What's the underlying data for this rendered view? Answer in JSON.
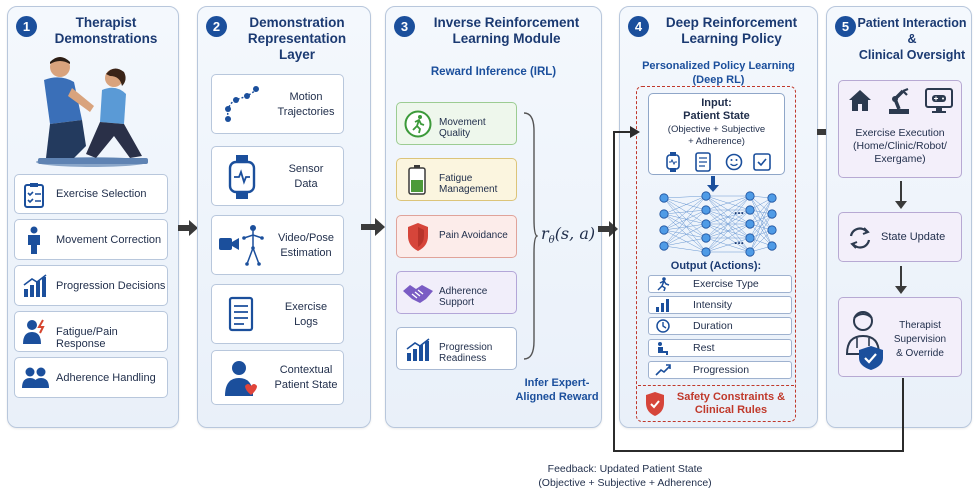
{
  "panels": [
    {
      "num": "1",
      "title_line1": "Therapist",
      "title_line2": "Demonstrations"
    },
    {
      "num": "2",
      "title_line1": "Demonstration",
      "title_line2": "Representation Layer"
    },
    {
      "num": "3",
      "title_line1": "Inverse Reinforcement",
      "title_line2": "Learning Module"
    },
    {
      "num": "4",
      "title_line1": "Deep Reinforcement",
      "title_line2": "Learning Policy"
    },
    {
      "num": "5",
      "title_line1": "Patient Interaction &",
      "title_line2": "Clinical Oversight"
    }
  ],
  "therapist_items": [
    "Exercise Selection",
    "Movement Correction",
    "Progression Decisions",
    "Fatigue/Pain Response",
    "Adherence Handling"
  ],
  "representation_items": [
    {
      "line1": "Motion",
      "line2": "Trajectories"
    },
    {
      "line1": "Sensor",
      "line2": "Data"
    },
    {
      "line1": "Video/Pose",
      "line2": "Estimation"
    },
    {
      "line1": "Exercise",
      "line2": "Logs"
    },
    {
      "line1": "Contextual",
      "line2": "Patient State"
    }
  ],
  "irl": {
    "subtitle": "Reward Inference (IRL)",
    "rewards": [
      "Movement Quality",
      "Fatigue Management",
      "Pain Avoidance",
      "Adherence Support",
      "Progression Readiness"
    ],
    "reward_fn": "r",
    "reward_sub": "θ",
    "reward_args": "(s, a)",
    "note_line1": "Infer Expert-",
    "note_line2": "Aligned Reward"
  },
  "drl": {
    "subtitle_line1": "Personalized Policy Learning",
    "subtitle_line2": "(Deep RL)",
    "input_title_line1": "Input:",
    "input_title_line2": "Patient State",
    "input_desc_line1": "(Objective + Subjective",
    "input_desc_line2": "+ Adherence)",
    "output_title": "Output (Actions):",
    "actions": [
      "Exercise Type",
      "Intensity",
      "Duration",
      "Rest",
      "Progression"
    ],
    "safety_line1": "Safety Constraints &",
    "safety_line2": "Clinical Rules",
    "dots": "..."
  },
  "clinical": {
    "exec_line1": "Exercise Execution",
    "exec_line2": "(Home/Clinic/Robot/",
    "exec_line3": "Exergame)",
    "state_update": "State Update",
    "supervision_line1": "Therapist Supervision",
    "supervision_line2": "& Override"
  },
  "feedback": {
    "line1": "Feedback: Updated Patient State",
    "line2": "(Objective + Subjective + Adherence)"
  },
  "colors": {
    "navy": "#1b4f9c",
    "safety_red": "#c0392b",
    "patient_lavender": "#f3effa"
  }
}
